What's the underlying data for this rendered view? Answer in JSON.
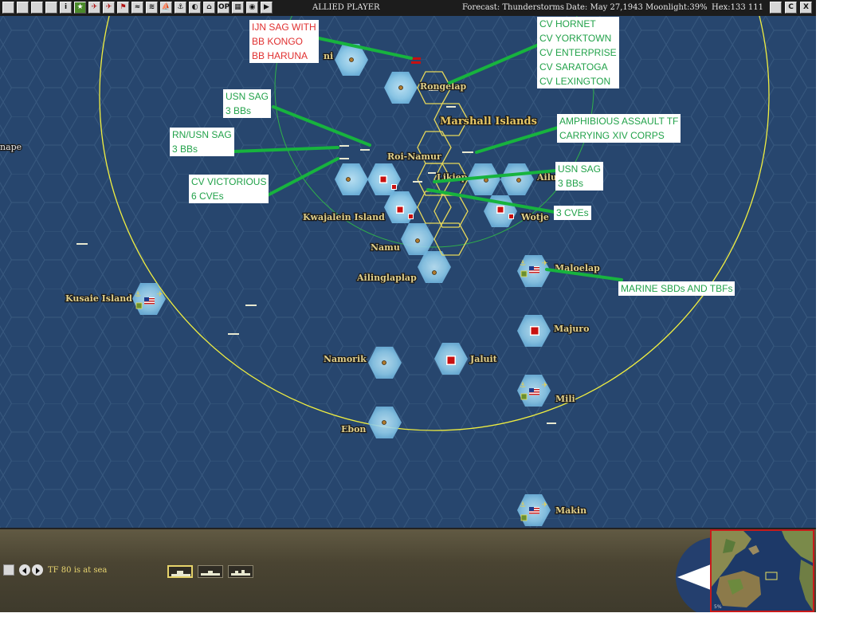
{
  "toolbar": {
    "buttons": [
      "",
      "",
      "",
      "",
      "i",
      "★",
      "✈",
      "✈",
      "⚑",
      "≈",
      "≋",
      "⛵",
      "⚓",
      "◐",
      "⌂",
      "OP",
      "▦",
      "◉",
      "▶"
    ],
    "player": "ALLIED PLAYER",
    "forecast": "Forecast: Thunderstorms",
    "date": "Date: May 27,1943",
    "moonlight": "Moonlight:39%",
    "hex": "Hex:133 111",
    "right_buttons": [
      "",
      "C",
      "X"
    ]
  },
  "map": {
    "region_label": "Marshall Islands",
    "places": {
      "rongelap": "Rongelap",
      "roi_namur": "Roi-Namur",
      "likiep": "Likiep",
      "ailuk": "Ailuk",
      "wotje": "Wotje",
      "kwajalein": "Kwajalein Island",
      "namu": "Namu",
      "ailinglaplap": "Ailinglaplap",
      "maloelap": "Maloelap",
      "kusaie": "Kusaie Island",
      "majuro": "Majuro",
      "namorik": "Namorik",
      "jaluit": "Jaluit",
      "mili": "Mili",
      "ebon": "Ebon",
      "makin": "Makin",
      "ponape_partial": "nape",
      "ujae_partial": "ni"
    }
  },
  "annotations": {
    "ijn_sag": [
      "IJN SAG WITH",
      "BB KONGO",
      "BB HARUNA"
    ],
    "carriers": [
      "CV HORNET",
      "CV YORKTOWN",
      "CV ENTERPRISE",
      "CV SARATOGA",
      "CV LEXINGTON"
    ],
    "usn_sag_north": [
      "USN SAG",
      "3 BBs"
    ],
    "rn_usn_sag": [
      "RN/USN SAG",
      "3 BBs"
    ],
    "amphibious": [
      "AMPHIBIOUS ASSAULT TF",
      "CARRYING XIV CORPS"
    ],
    "cv_victorious": [
      "CV VICTORIOUS",
      "6 CVEs"
    ],
    "usn_sag_east": [
      "USN SAG",
      "3 BBs"
    ],
    "cves": [
      "3 CVEs"
    ],
    "marine": [
      "MARINE SBDs AND TBFs"
    ]
  },
  "panel": {
    "tf_status": "TF 80 is at sea",
    "minimap_zoom": "5%"
  },
  "colors": {
    "sea": "#27466e",
    "hex_line": "#3a5c87",
    "range_circle": "#f0ee40",
    "inner_circle": "#2fb04a",
    "annot_green": "#22a24a",
    "annot_red": "#e03030",
    "leader": "#17b33e",
    "selection": "#e6d85a",
    "japan": "#c81010",
    "island_glow": "#a8d8f2"
  }
}
